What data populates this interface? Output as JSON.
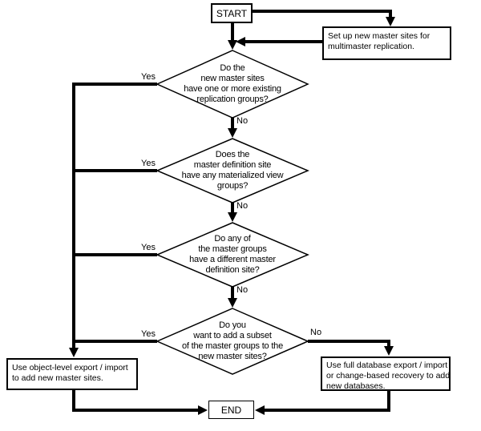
{
  "diagram": {
    "background_color": "#ffffff",
    "line_color": "#000000",
    "start": {
      "label": "START"
    },
    "setup_box": {
      "lines": [
        "Set up new master sites for",
        "multimaster replication."
      ]
    },
    "decisions": [
      {
        "lines": [
          "Do the",
          "new master sites",
          "have one or more existing",
          "replication groups?"
        ],
        "yes_label": "Yes",
        "no_label": "No"
      },
      {
        "lines": [
          "Does the",
          "master definition site",
          "have any materialized view",
          "groups?"
        ],
        "yes_label": "Yes",
        "no_label": "No"
      },
      {
        "lines": [
          "Do any of",
          "the master groups",
          "have a different master",
          "definition site?"
        ],
        "yes_label": "Yes",
        "no_label": "No"
      },
      {
        "lines": [
          "Do you",
          "want to add a subset",
          "of the master groups to the",
          "new master sites?"
        ],
        "yes_label": "Yes",
        "no_label": "No"
      }
    ],
    "yes_outcome_box": {
      "lines": [
        "Use object-level export / import",
        "to add new master sites."
      ]
    },
    "no_outcome_box": {
      "lines": [
        "Use full database export / import",
        "or change-based recovery to add",
        "new databases."
      ]
    },
    "end": {
      "label": "END"
    }
  }
}
